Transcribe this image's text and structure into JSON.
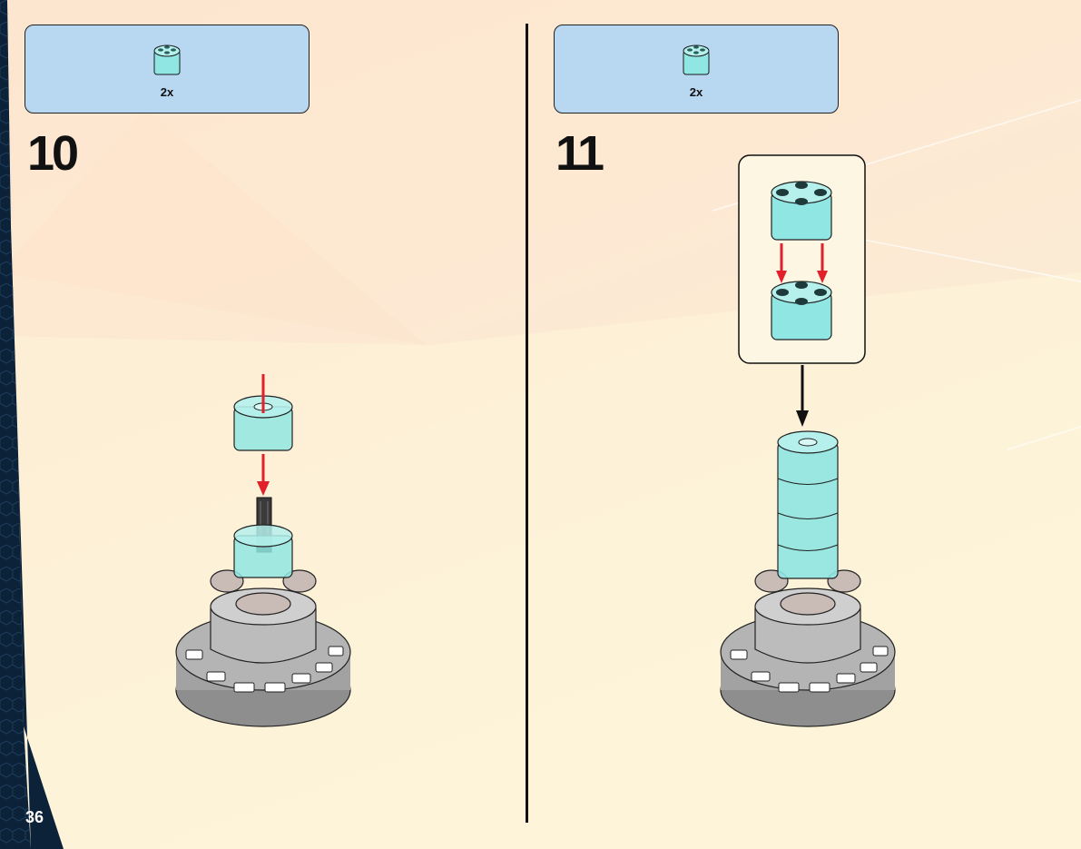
{
  "page": {
    "number": "36"
  },
  "steps": [
    {
      "number": "10",
      "parts_qty": "2x",
      "part_icon": "round-brick-2x2-trans-light-blue"
    },
    {
      "number": "11",
      "parts_qty": "2x",
      "part_icon": "round-brick-2x2-trans-light-blue"
    }
  ],
  "colors": {
    "callout_bg": "#b8d7f1",
    "trans_light_blue": "#8fe6e2",
    "arrow_red": "#e0202a",
    "base_gray": "#a8a8a8",
    "sidebar_navy": "#0c2238"
  }
}
